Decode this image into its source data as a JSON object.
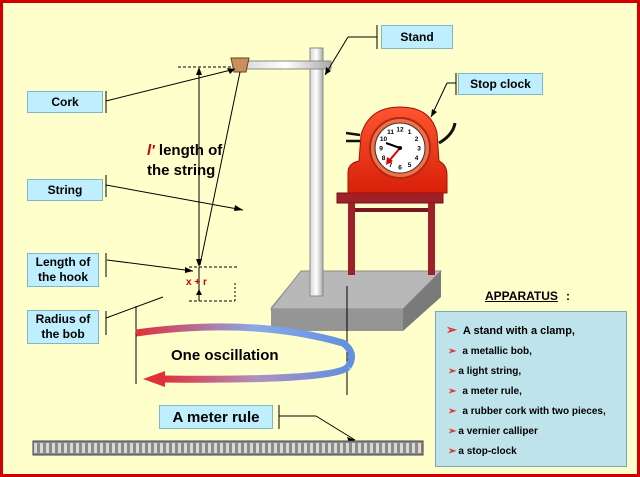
{
  "labels": {
    "stand": "Stand",
    "stop_clock": "Stop clock",
    "cork": "Cork",
    "string": "String",
    "length_hook": "Length of the hook",
    "radius_bob": "Radius of the bob",
    "meter_rule": "A meter rule"
  },
  "length_label": {
    "symbol": "l'",
    "line1": "length of",
    "line2": "the string"
  },
  "xr": "x + r",
  "oscillation": "One oscillation",
  "apparatus": {
    "title": "APPARATUS",
    "colon": ":",
    "items": [
      "A stand with a clamp,",
      "a metallic bob,",
      "a light string,",
      "a meter rule,",
      "a rubber cork with two pieces,",
      "a vernier calliper",
      "a stop-clock"
    ]
  },
  "clock": {
    "numbers": [
      "12",
      "1",
      "2",
      "3",
      "4",
      "5",
      "6",
      "7",
      "8",
      "9",
      "10",
      "11"
    ]
  },
  "colors": {
    "background": "#ffffcc",
    "border": "#d00000",
    "label_fill": "#bfefff",
    "clock_body": "#e83010",
    "table": "#a0202a"
  }
}
